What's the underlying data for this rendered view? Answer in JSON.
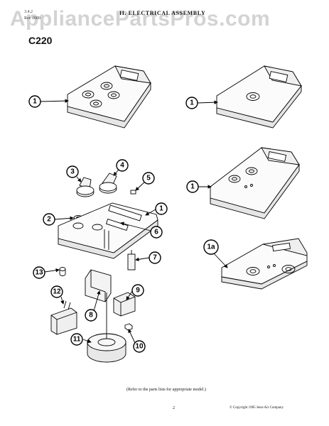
{
  "watermark": "AppliancePartsPros.com",
  "header": {
    "left_line1": "3.4.2",
    "left_line2": "Rev 0000",
    "title": "II. ELECTRICAL ASSEMBLY"
  },
  "model": "C220",
  "callouts": {
    "c1_top_left": "1",
    "c1_top_right": "1",
    "c1_mid_right": "1",
    "c1a": "1a",
    "c1_exploded": "1",
    "c2": "2",
    "c3": "3",
    "c4": "4",
    "c5": "5",
    "c6": "6",
    "c7": "7",
    "c8": "8",
    "c9": "9",
    "c10": "10",
    "c11": "11",
    "c12": "12",
    "c13": "13"
  },
  "footer": {
    "note": "(Refer to the parts lists for appropriate model.)",
    "page_number": "2",
    "copyright": "© Copyright 1985 Jenn-Air Company"
  }
}
